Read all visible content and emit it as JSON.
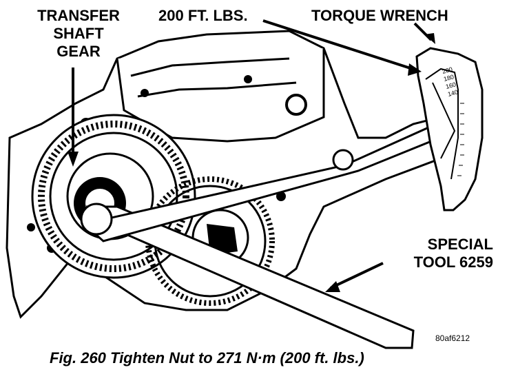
{
  "labels": {
    "transfer_shaft_gear": [
      "TRANSFER",
      "SHAFT",
      "GEAR"
    ],
    "torque_value": "200 FT. LBS.",
    "torque_wrench": "TORQUE WRENCH",
    "special_tool": [
      "SPECIAL",
      "TOOL 6259"
    ]
  },
  "dial_scale": [
    "200",
    "180",
    "160",
    "140"
  ],
  "image_id": "80af6212",
  "caption": "Fig. 260 Tighten Nut to 271 N·m (200 ft. lbs.)"
}
